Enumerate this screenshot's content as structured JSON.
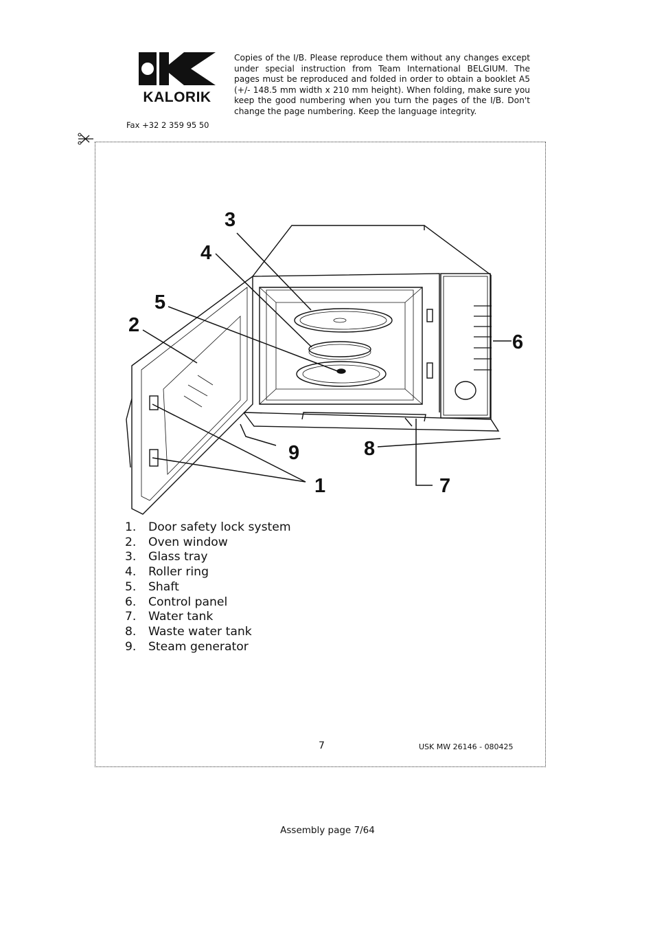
{
  "header": {
    "logo_text": "KALORIK",
    "fax": "Fax +32 2 359 95 50",
    "notice": "Copies of the I/B. Please reproduce them without any changes except under special instruction from Team International BELGIUM. The pages must be reproduced and folded in order to obtain a booklet A5 (+/- 148.5 mm width x 210 mm height). When folding, make sure you keep the good numbering when you turn the pages of the I/B. Don't change the page numbering. Keep the language integrity."
  },
  "icons": {
    "cut_mark": "scissors-icon",
    "logo": "kalorik-logo"
  },
  "diagram": {
    "callouts": [
      "1",
      "2",
      "3",
      "4",
      "5",
      "6",
      "7",
      "8",
      "9"
    ]
  },
  "parts": [
    {
      "num": "1.",
      "label": "Door safety lock system"
    },
    {
      "num": "2.",
      "label": "Oven window"
    },
    {
      "num": "3.",
      "label": "Glass tray"
    },
    {
      "num": "4.",
      "label": "Roller ring"
    },
    {
      "num": "5.",
      "label": "Shaft"
    },
    {
      "num": "6.",
      "label": "Control panel"
    },
    {
      "num": "7.",
      "label": "Water tank"
    },
    {
      "num": "8.",
      "label": "Waste water tank"
    },
    {
      "num": "9.",
      "label": "Steam generator"
    }
  ],
  "footer": {
    "page_number": "7",
    "doc_code": "USK MW 26146 - 080425",
    "assembly": "Assembly page 7/64"
  }
}
